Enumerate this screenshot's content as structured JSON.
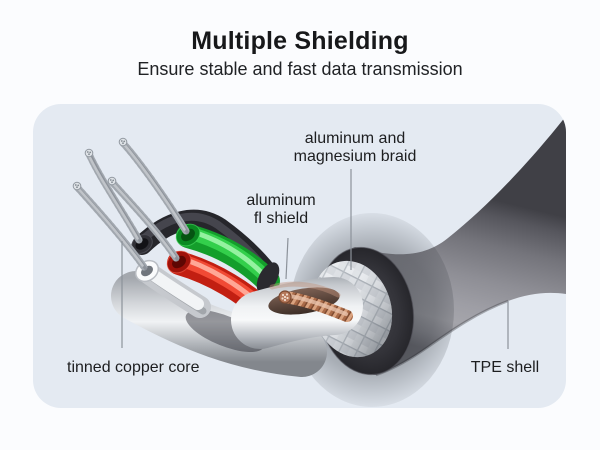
{
  "header": {
    "title": "Multiple Shielding",
    "subtitle": "Ensure stable and fast data transmission"
  },
  "callouts": {
    "braid": {
      "text": "aluminum and\nmagnesium braid"
    },
    "foil": {
      "text": "aluminum\nfl shield"
    },
    "core": {
      "text": "tinned copper core"
    },
    "shell": {
      "text": "TPE shell"
    }
  },
  "colors": {
    "page_background": "#fbfcfe",
    "panel_background": "#e4eaf2",
    "text": "#1d1e20",
    "tpe_shell_mid": "#8e8e95",
    "tpe_shell_dark": "#3c3c42",
    "cut_ring": "#2f2f34",
    "braid": "#dfe2e6",
    "foil": "#eff1f3",
    "copper": "#a96a48",
    "wire_green": "#2ecc43",
    "wire_red": "#e8301f",
    "wire_black": "#26262b",
    "wire_white": "#eceef0",
    "strand_silver": "#b9bec5",
    "leader_line": "#8c929a"
  }
}
